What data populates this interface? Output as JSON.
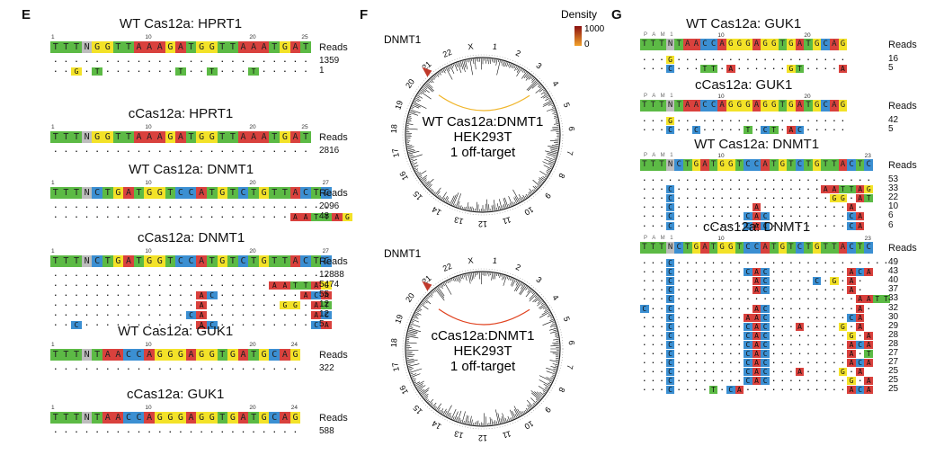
{
  "colors": {
    "A": "#d9413d",
    "C": "#3b8fd2",
    "G": "#f3e228",
    "T": "#5cba45",
    "N": "#bdbdbd",
    "arc_wt": "#f0b52a",
    "arc_c": "#e0421f",
    "density_high": "#8b1010",
    "density_low": "#f2a22b"
  },
  "panelE": {
    "label": "E",
    "blocks": [
      {
        "title": "WT Cas12a: HPRT1",
        "seq": "TTTNGGTTAAAGATGGTTAAATGAT",
        "nums": [
          [
            "1",
            1
          ],
          [
            "10",
            10
          ],
          [
            "20",
            20
          ],
          [
            "25",
            25
          ]
        ],
        "rows": [
          {
            "s": ".........................",
            "n": "1359"
          },
          {
            "s": "..G.T.......T..T...T.....",
            "n": "1"
          }
        ]
      },
      {
        "title": "cCas12a: HPRT1",
        "seq": "TTTNGGTTAAAGATGGTTAAATGAT",
        "nums": [
          [
            "1",
            1
          ],
          [
            "10",
            10
          ],
          [
            "20",
            20
          ],
          [
            "25",
            25
          ]
        ],
        "rows": [
          {
            "s": ".........................",
            "n": "2816"
          }
        ]
      },
      {
        "title": "WT Cas12a: DNMT1",
        "seq": "TTTNCTGATGGTCCATGTCTGTTACTC",
        "nums": [
          [
            "1",
            1
          ],
          [
            "10",
            10
          ],
          [
            "20",
            20
          ],
          [
            "27",
            27
          ]
        ],
        "rows": [
          {
            "s": "...........................",
            "n": "2096"
          },
          {
            "s": ".......................AATTAG",
            "n": "48"
          }
        ]
      },
      {
        "title": "cCas12a: DNMT1",
        "seq": "TTTNCTGATGGTCCATGTCTGTTACTC",
        "nums": [
          [
            "1",
            1
          ],
          [
            "10",
            10
          ],
          [
            "20",
            20
          ],
          [
            "27",
            27
          ]
        ],
        "rows": [
          {
            "s": "...........................",
            "n": "12888"
          },
          {
            "s": ".....................AATTAG",
            "n": "5474"
          },
          {
            "s": "..............AC........ACA",
            "n": "55"
          },
          {
            "s": "..............A.......GG.AT",
            "n": "12"
          },
          {
            "s": ".............CA..........AC",
            "n": "12"
          },
          {
            "s": "..C...........AC.........CA",
            "n": "5"
          }
        ]
      },
      {
        "title": "WT Cas12a: GUK1",
        "seq": "TTTNTAACCAGGGAGGTGATGCAG",
        "nums": [
          [
            "1",
            1
          ],
          [
            "10",
            10
          ],
          [
            "20",
            20
          ],
          [
            "24",
            24
          ]
        ],
        "rows": [
          {
            "s": "........................",
            "n": "322"
          }
        ]
      },
      {
        "title": "cCas12a: GUK1",
        "seq": "TTTNTAACCAGGGAGGTGATGCAG",
        "nums": [
          [
            "1",
            1
          ],
          [
            "10",
            10
          ],
          [
            "20",
            20
          ],
          [
            "24",
            24
          ]
        ],
        "rows": [
          {
            "s": "........................",
            "n": "588"
          }
        ]
      }
    ],
    "reads_label": "Reads"
  },
  "panelF": {
    "label": "F",
    "legend_title": "Density",
    "legend_max": "1000",
    "legend_min": "0",
    "plots": [
      {
        "marker": "DNMT1",
        "center_lines": [
          "WT Cas12a:DNMT1",
          "HEK293T",
          "1 off-target"
        ]
      },
      {
        "marker": "DNMT1",
        "center_lines": [
          "cCas12a:DNMT1",
          "HEK293T",
          "1 off-target"
        ]
      }
    ],
    "chromosomes": [
      "1",
      "2",
      "3",
      "4",
      "5",
      "6",
      "7",
      "8",
      "9",
      "10",
      "11",
      "12",
      "13",
      "14",
      "15",
      "16",
      "17",
      "18",
      "19",
      "20",
      "21",
      "22",
      "X"
    ]
  },
  "panelG": {
    "label": "G",
    "fam_label": "P A M  1",
    "blocks": [
      {
        "title": "WT Cas12a: GUK1",
        "seq": "TTTNTAACCAGGGAGGTGATGCAG",
        "nums": [
          [
            "10",
            10
          ],
          [
            "20",
            20
          ]
        ],
        "rows": [
          {
            "s": "...G....................",
            "n": "16"
          },
          {
            "s": "...C...TT.A......GT....A",
            "n": "5"
          }
        ]
      },
      {
        "title": "cCas12a: GUK1",
        "seq": "TTTNTAACCAGGGAGGTGATGCAG",
        "nums": [
          [
            "10",
            10
          ],
          [
            "20",
            20
          ]
        ],
        "rows": [
          {
            "s": "...G....................",
            "n": "42"
          },
          {
            "s": "...C..C.....T.CT.AC.....",
            "n": "5"
          }
        ]
      },
      {
        "title": "WT Cas12a: DNMT1",
        "seq": "TTTNCTGATGGTCCATGTCTGTTACTC",
        "nums": [
          [
            "10",
            10
          ],
          [
            "23",
            27
          ]
        ],
        "rows": [
          {
            "s": "...........................",
            "n": "53"
          },
          {
            "s": "...C.................AATTAG",
            "n": "33"
          },
          {
            "s": "...C..................GG.AT",
            "n": "22"
          },
          {
            "s": "...C.........A..........A.",
            "n": "10"
          },
          {
            "s": "...C........CAC.........CA",
            "n": "6"
          },
          {
            "s": "...C........CAC.........CA",
            "n": "6"
          }
        ]
      },
      {
        "title": "cCas12a: DNMT1",
        "seq": "TTTNCTGATGGTCCATGTCTGTTACTC",
        "nums": [
          [
            "10",
            10
          ],
          [
            "23",
            27
          ]
        ],
        "rows": [
          {
            "s": "...C...........................",
            "n": "49"
          },
          {
            "s": "...C........CAC.........ACA",
            "n": "43"
          },
          {
            "s": "...C.........AC.....C.G.A.",
            "n": "40"
          },
          {
            "s": "...C.........AC.........A.",
            "n": "37"
          },
          {
            "s": "...C.....................AATTAG",
            "n": "33"
          },
          {
            "s": "C..C.........AC..........A.",
            "n": "32"
          },
          {
            "s": "...C........AAC.........CA",
            "n": "30"
          },
          {
            "s": "...C........CAC...A....G.A",
            "n": "29"
          },
          {
            "s": "...C........CAC.........G.A",
            "n": "28"
          },
          {
            "s": "...C........CAC.........ACA",
            "n": "28"
          },
          {
            "s": "...C........CAC.........A.T",
            "n": "27"
          },
          {
            "s": "...C........CAC.........ACA",
            "n": "27"
          },
          {
            "s": "...C........CAC...A....G.A",
            "n": "25"
          },
          {
            "s": "...C........CAC.........G.A",
            "n": "25"
          },
          {
            "s": "...C....T.CA............ACA",
            "n": "25"
          }
        ]
      }
    ],
    "reads_label": "Reads"
  }
}
